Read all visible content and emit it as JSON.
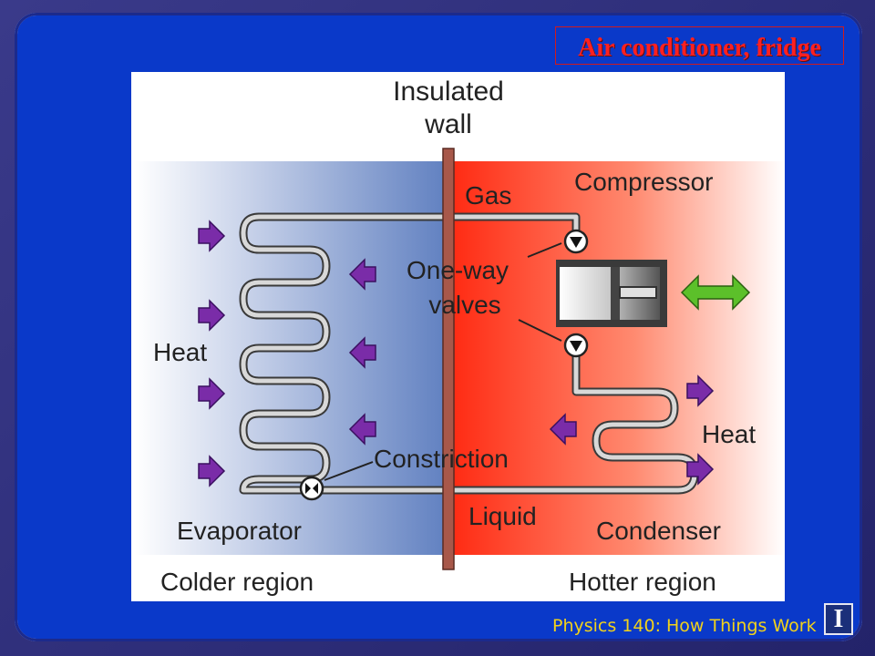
{
  "slide": {
    "title": "Air conditioner, fridge",
    "footer": "Physics 140: How Things Work",
    "logo_letter": "I"
  },
  "diagram": {
    "labels": {
      "insulated_wall_line1": "Insulated",
      "insulated_wall_line2": "wall",
      "gas": "Gas",
      "compressor": "Compressor",
      "one_way_line1": "One-way",
      "one_way_line2": "valves",
      "heat_left": "Heat",
      "heat_right": "Heat",
      "constriction": "Constriction",
      "liquid": "Liquid",
      "evaporator": "Evaporator",
      "condenser": "Condenser",
      "colder_region": "Colder region",
      "hotter_region": "Hotter region"
    },
    "colors": {
      "cold_region": "#5f7fc0",
      "hot_region": "#ff3a1a",
      "wall": "#a8584a",
      "heat_arrow": "#7a2ca8",
      "piston_arrow": "#5cc02a",
      "title": "#ff2020",
      "panel": "#0a39c9",
      "footer": "#f2d21a"
    }
  }
}
